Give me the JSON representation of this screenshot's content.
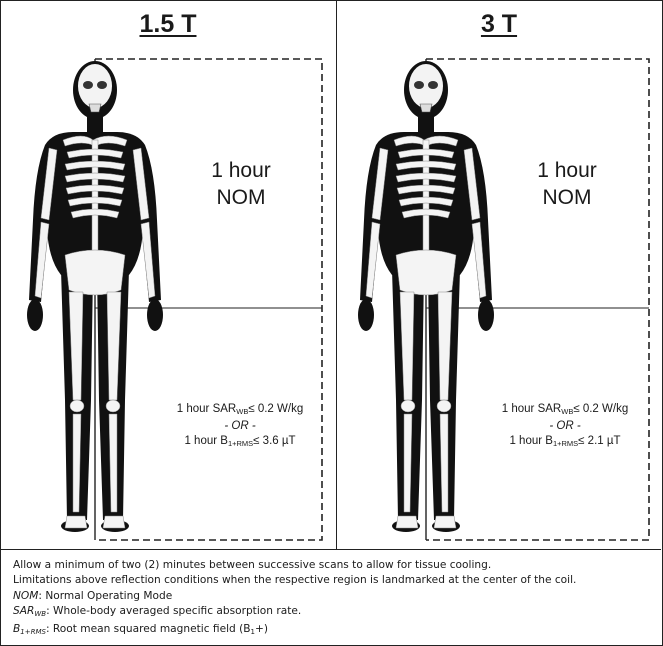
{
  "panels": [
    {
      "title": "1.5 T",
      "region_label_line1": "1 hour",
      "region_label_line2": "NOM",
      "sar_prefix": "1 hour SAR",
      "sar_sub": "WB",
      "sar_value": "≤ 0.2 W/kg",
      "or_text": "- OR -",
      "b1_prefix": "1 hour B",
      "b1_sub": "1+RMS",
      "b1_value": "≤ 3.6 µT"
    },
    {
      "title": "3 T",
      "region_label_line1": "1 hour",
      "region_label_line2": "NOM",
      "sar_prefix": "1 hour SAR",
      "sar_sub": "WB",
      "sar_value": "≤ 0.2 W/kg",
      "or_text": "- OR -",
      "b1_prefix": "1 hour B",
      "b1_sub": "1+RMS",
      "b1_value": "≤ 2.1 µT"
    }
  ],
  "notes": {
    "line1": "Allow a minimum of two (2) minutes between successive scans to allow for tissue cooling.",
    "line2": "Limitations above reflection conditions when the respective region is landmarked at the center of the coil.",
    "nom_term": "NOM",
    "nom_def": ": Normal Operating Mode",
    "sar_term": "SAR",
    "sar_sub": "WB",
    "sar_def": ":  Whole-body averaged specific absorption rate.",
    "b1_term": "B",
    "b1_sub": "1+RMS",
    "b1_def": ": Root mean squared magnetic field (B",
    "b1_def_sub": "1",
    "b1_def_end": "+)"
  }
}
